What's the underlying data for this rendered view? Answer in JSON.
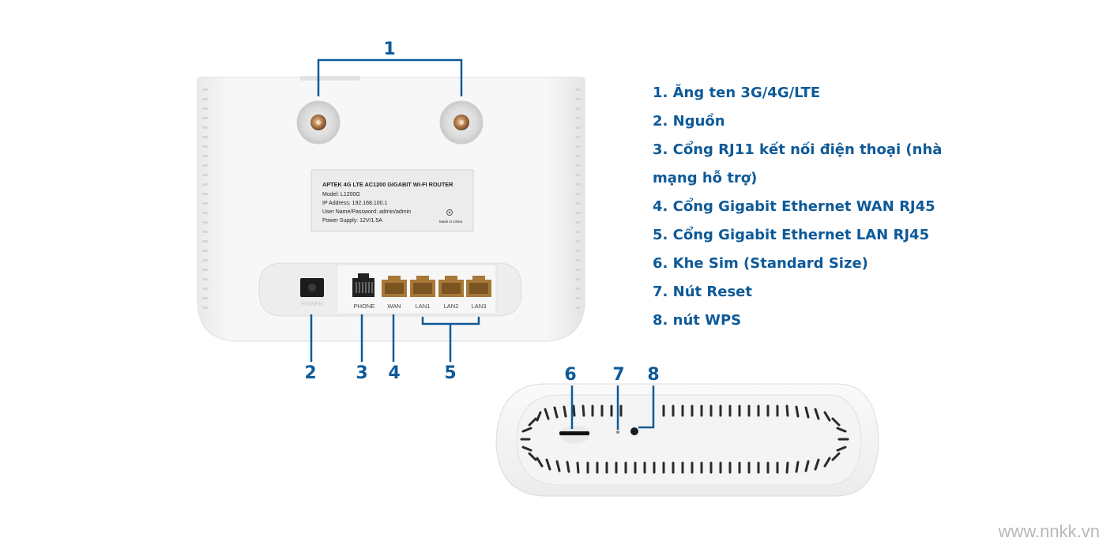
{
  "callouts": {
    "n1": "1",
    "n2": "2",
    "n3": "3",
    "n4": "4",
    "n5": "5",
    "n6": "6",
    "n7": "7",
    "n8": "8"
  },
  "legend": [
    "1. Ăng ten 3G/4G/LTE",
    "2. Nguồn",
    "3. Cổng RJ11 kết nối điện thoại (nhà",
    "mạng hỗ trợ)",
    "4. Cổng Gigabit Ethernet WAN RJ45",
    "5. Cổng Gigabit Ethernet LAN RJ45",
    "6. Khe Sim (Standard Size)",
    "7. Nút Reset",
    "8. nút WPS"
  ],
  "sticker": {
    "title": "APTEK 4G LTE AC1200 GIGABIT WI-FI ROUTER",
    "model": "Model: L1200G",
    "ip": "IP Address: 192.168.100.1",
    "user": "User Name/Password: admin/admin",
    "power": "Power Supply: 12V/1.5A",
    "made_in": "Made in China"
  },
  "ports": {
    "power": "POWER",
    "phone": "PHONE",
    "wan": "WAN",
    "lan1": "LAN1",
    "lan2": "LAN2",
    "lan3": "LAN3"
  },
  "watermark": "www.nnkk.vn",
  "colors": {
    "accent": "#0e5a98",
    "device": "#f4f4f4"
  }
}
